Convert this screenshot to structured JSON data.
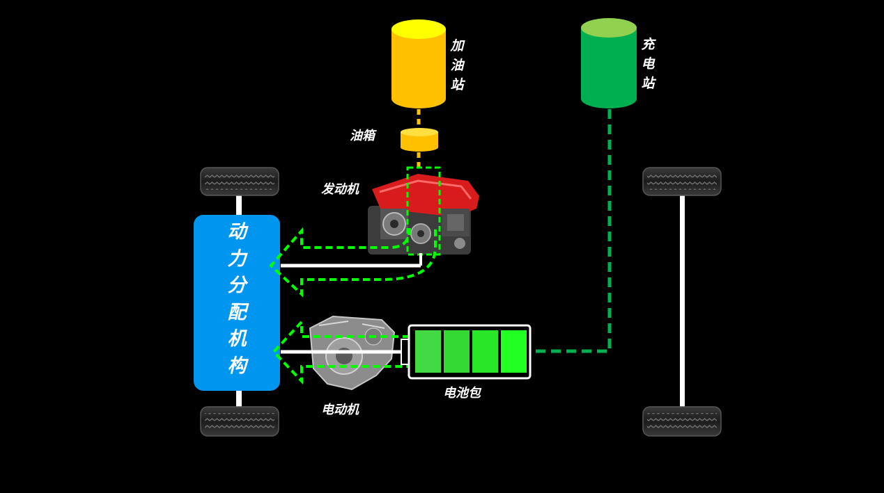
{
  "labels": {
    "gas_station": "加\n油\n站",
    "charging_station": "充\n电\n站",
    "fuel_tank": "油箱",
    "engine": "发动机",
    "power_distribution": "动\n力\n分\n配\n机\n构",
    "electric_motor": "电动机",
    "battery_pack": "电池包"
  },
  "colors": {
    "background": "#000000",
    "gas_station": "#FFC000",
    "gas_station_top": "#FFFF00",
    "charging_station": "#00B050",
    "charging_station_top": "#92D050",
    "power_distribution": "#0096F0",
    "flow_dashed": "#00FF00",
    "charge_line": "#00B050",
    "battery_cell": "#33FF33"
  },
  "icons": {
    "wheel": "tire-icon",
    "engine": "engine-icon",
    "motor": "electric-motor-icon",
    "battery": "battery-icon"
  }
}
